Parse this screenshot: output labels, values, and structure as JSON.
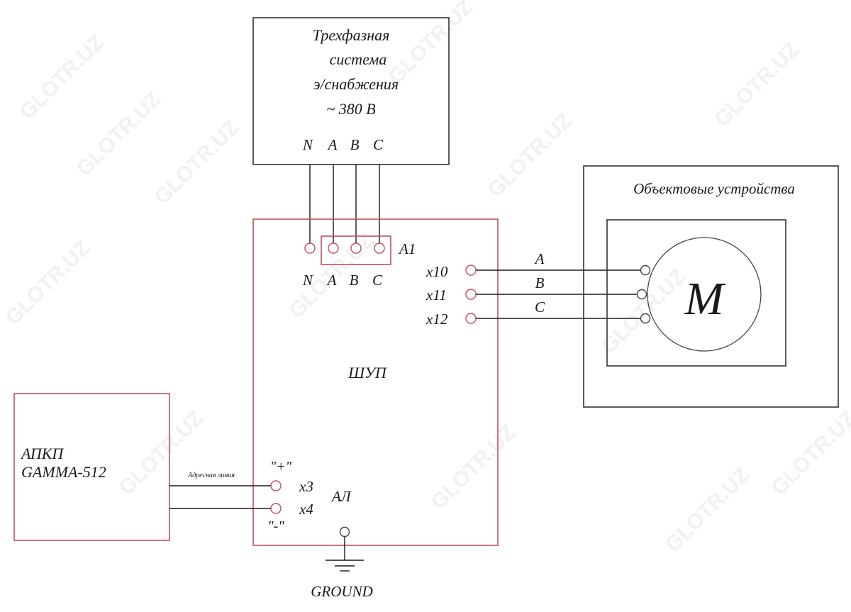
{
  "diagram": {
    "watermark": "GLOTR.UZ",
    "colors": {
      "panel_border": "#c0505a",
      "box_border": "#333333",
      "wire": "#1a1a1a",
      "text": "#1a1a1a"
    },
    "power_supply": {
      "title_lines": [
        "Трехфазная",
        "система",
        "э/снабжения",
        "~ 380 В"
      ],
      "terminals": [
        "N",
        "A",
        "B",
        "C"
      ]
    },
    "control_panel": {
      "name": "ШУП",
      "input_block_label": "A1",
      "input_terminals": [
        "N",
        "A",
        "B",
        "C"
      ],
      "output_terminals": [
        "x10",
        "x11",
        "x12"
      ],
      "address_terminals": [
        "x3",
        "x4"
      ],
      "address_polarity": [
        "\"+\"",
        "\"-\""
      ],
      "address_group_label": "АЛ",
      "ground_label": "GROUND"
    },
    "motor_wires": [
      "A",
      "B",
      "C"
    ],
    "field_devices": {
      "title": "Объектовые устройства",
      "motor_label": "M"
    },
    "fire_panel": {
      "lines": [
        "АПКП",
        "GAMMA-512"
      ]
    },
    "address_line_label": "Адресная линия"
  }
}
